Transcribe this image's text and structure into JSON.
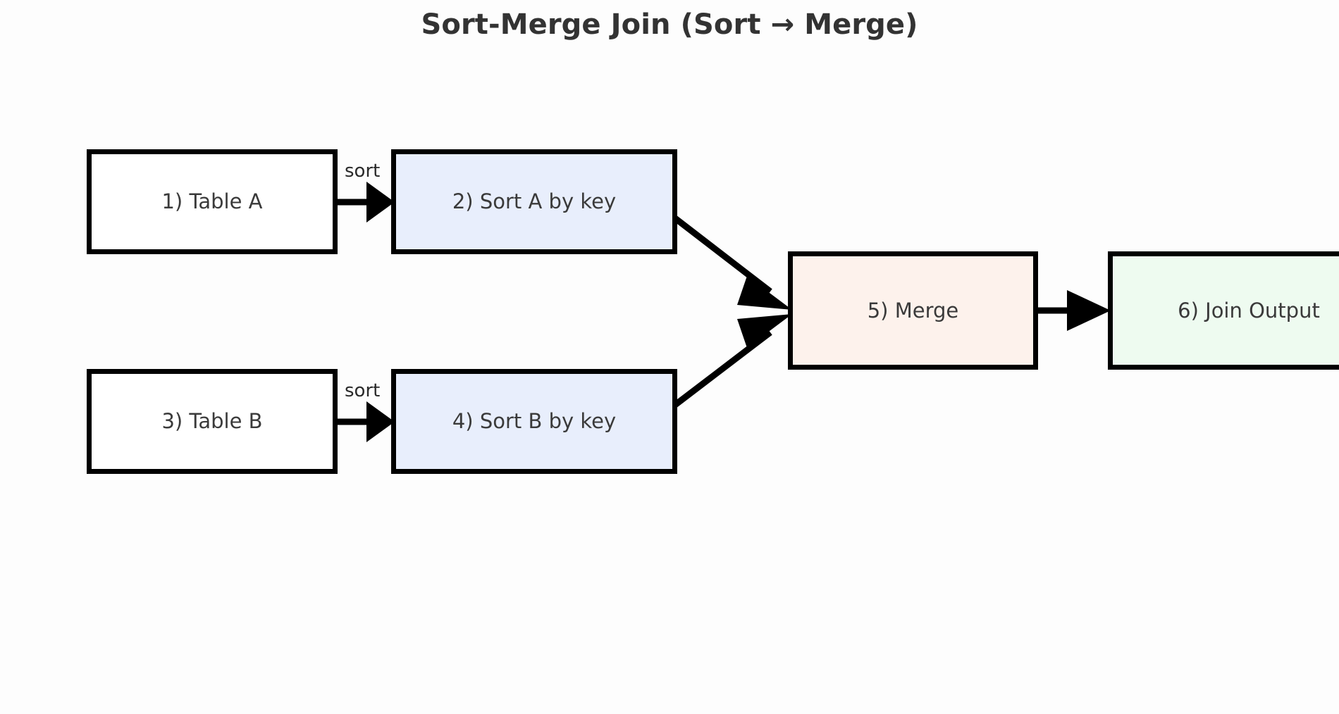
{
  "diagram": {
    "title": "Sort-Merge Join (Sort → Merge)",
    "type": "flowchart",
    "direction": "left-to-right",
    "background_color": "#fdfdfd",
    "title_color": "#333333",
    "node_border_color": "#000000",
    "nodes": [
      {
        "id": "table-a",
        "label": "1) Table A",
        "number": "1",
        "name": "Table A",
        "fill": "#ffffff",
        "row": "top"
      },
      {
        "id": "sort-a",
        "label": "2) Sort A by key",
        "number": "2",
        "name": "Sort A by key",
        "fill": "#e8eefc",
        "row": "top"
      },
      {
        "id": "table-b",
        "label": "3) Table B",
        "number": "3",
        "name": "Table B",
        "fill": "#ffffff",
        "row": "bottom"
      },
      {
        "id": "sort-b",
        "label": "4) Sort B by key",
        "number": "4",
        "name": "Sort B by key",
        "fill": "#e8eefc",
        "row": "bottom"
      },
      {
        "id": "merge",
        "label": "5) Merge",
        "number": "5",
        "name": "Merge",
        "fill": "#fdf2ec",
        "row": "middle"
      },
      {
        "id": "join-output",
        "label": "6) Join Output",
        "number": "6",
        "name": "Join Output",
        "fill": "#eefbf0",
        "row": "middle",
        "clipped_right_edge": true
      }
    ],
    "edges": [
      {
        "id": "e1",
        "from": "table-a",
        "to": "sort-a",
        "label": "sort"
      },
      {
        "id": "e2",
        "from": "table-b",
        "to": "sort-b",
        "label": "sort"
      },
      {
        "id": "e3",
        "from": "sort-a",
        "to": "merge",
        "label": ""
      },
      {
        "id": "e4",
        "from": "sort-b",
        "to": "merge",
        "label": ""
      },
      {
        "id": "e5",
        "from": "merge",
        "to": "join-output",
        "label": ""
      }
    ]
  }
}
